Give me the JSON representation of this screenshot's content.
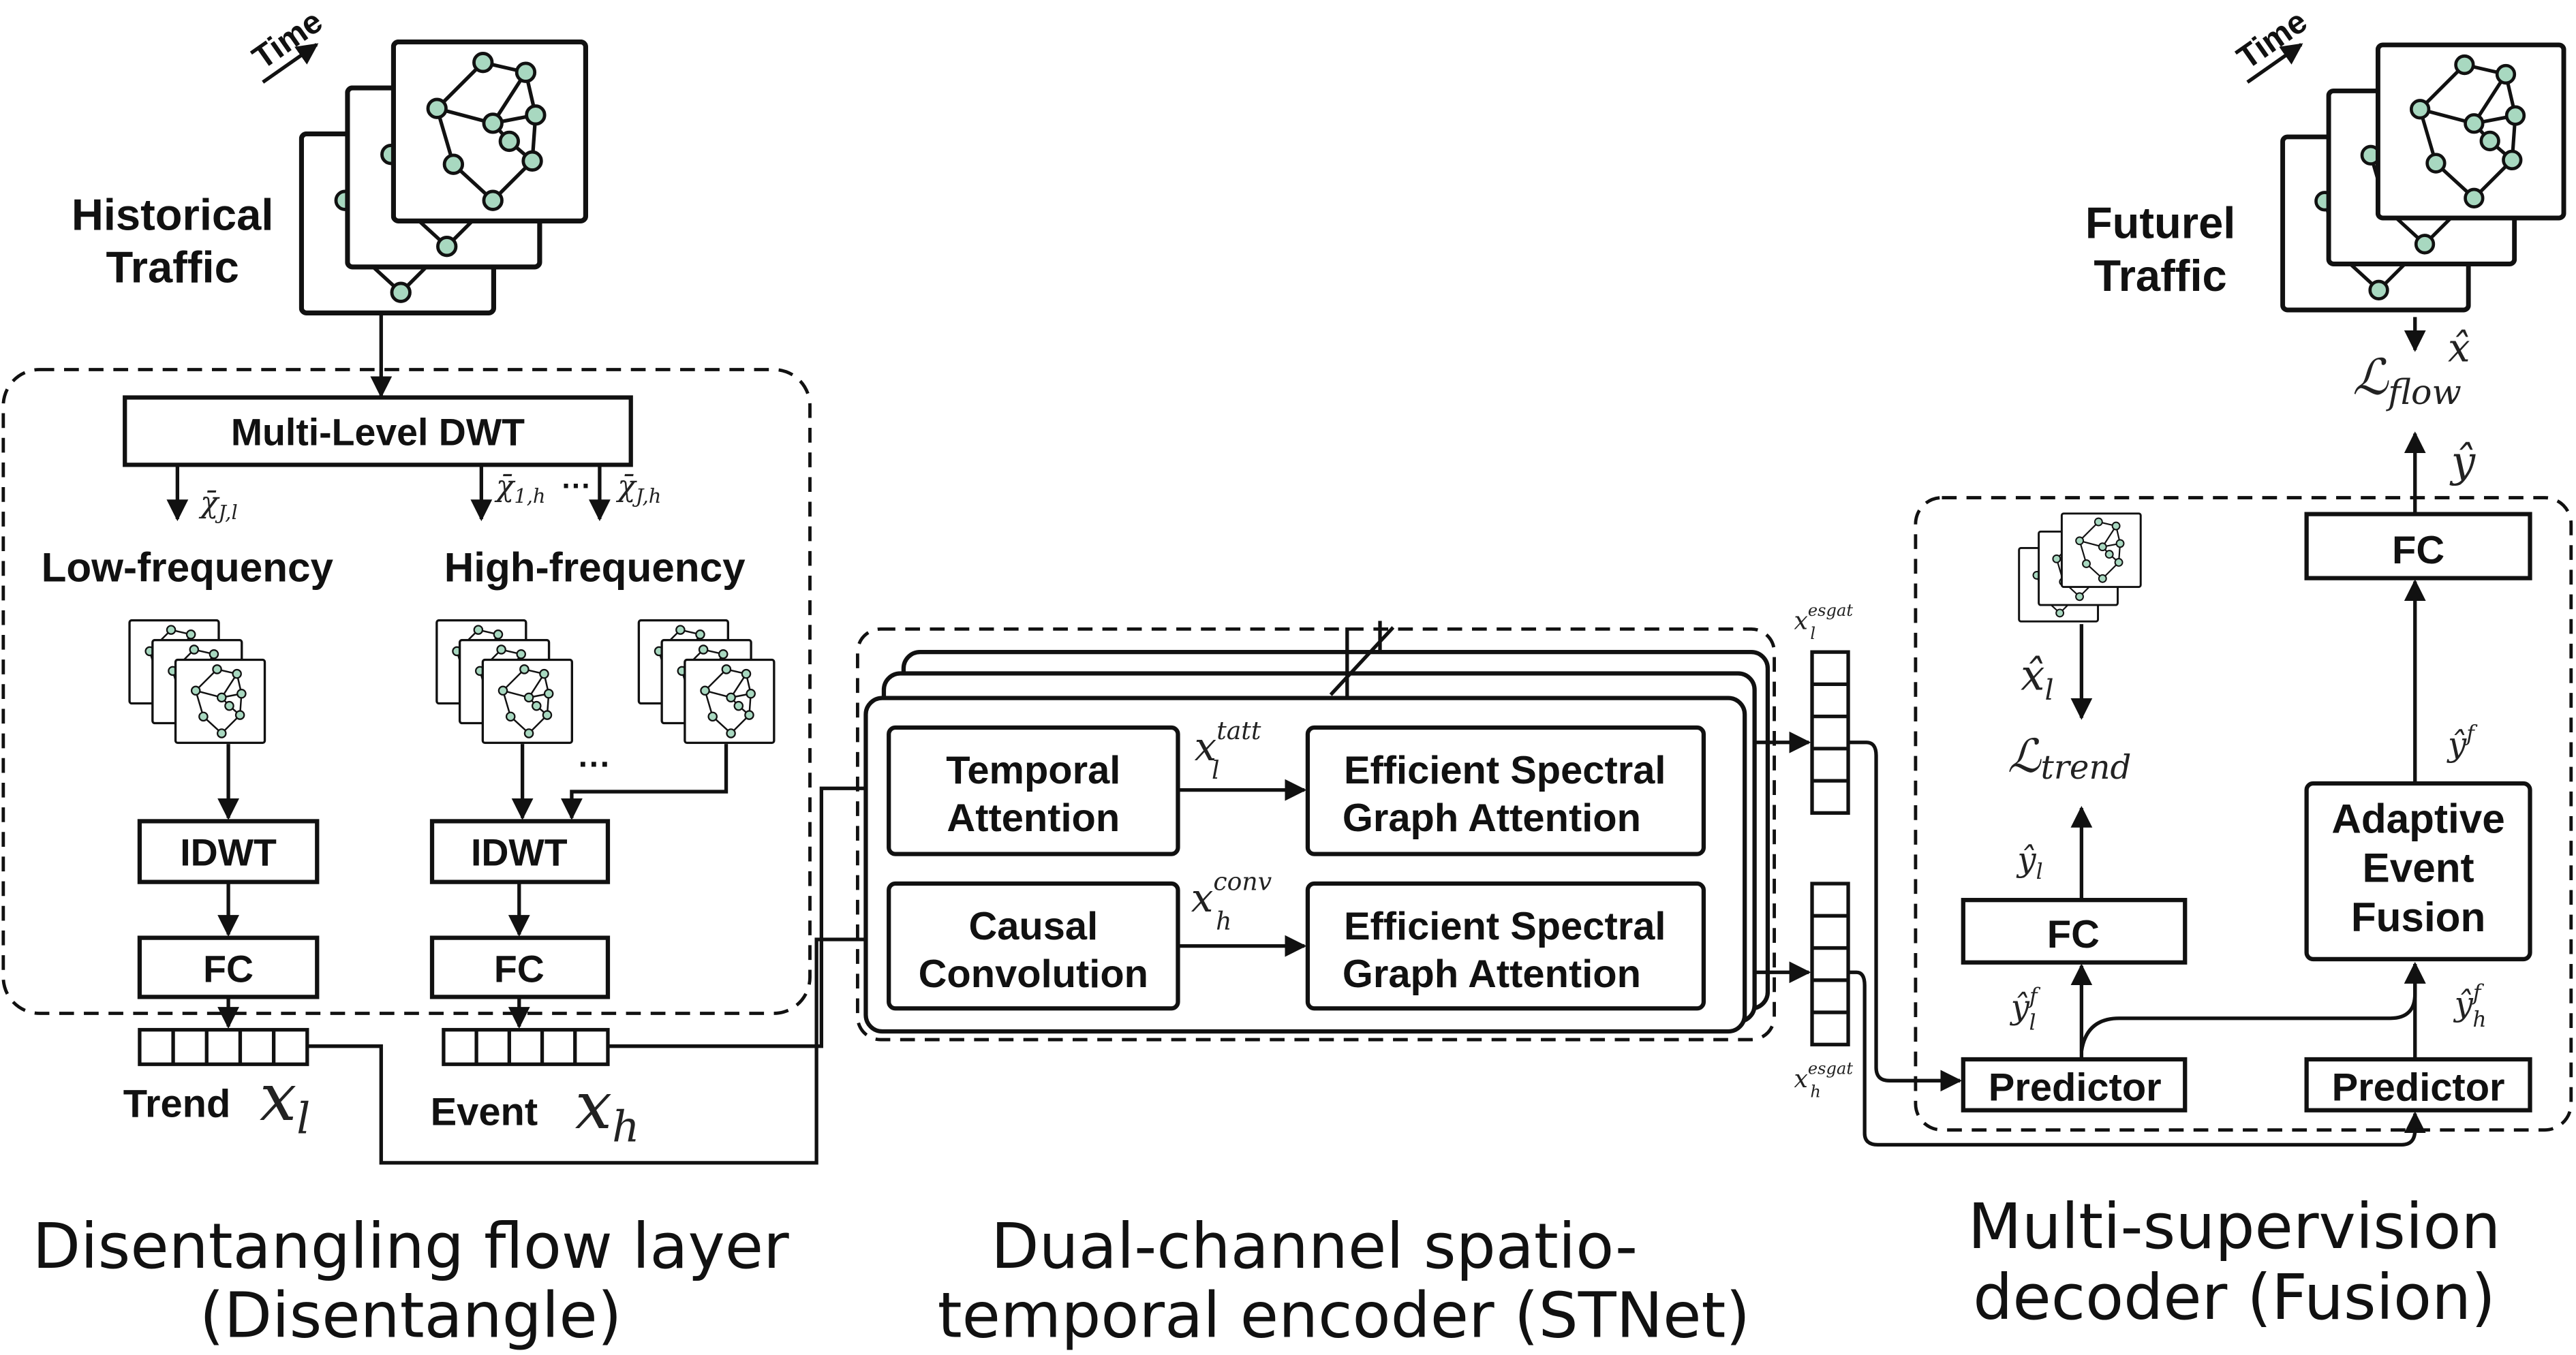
{
  "input": {
    "label_line1": "Historical",
    "label_line2": "Traffic",
    "time_label": "Time"
  },
  "output": {
    "label_line1": "Futurel",
    "label_line2": "Traffic",
    "time_label": "Time"
  },
  "disentangle": {
    "dwt_label": "Multi-Level DWT",
    "low_label": "Low-frequency",
    "high_label": "High-frequency",
    "sym_low": {
      "base": "χ̄",
      "sub": "J,l"
    },
    "sym_high1": {
      "base": "χ̄",
      "sub": "1,h"
    },
    "sym_highJ": {
      "base": "χ̄",
      "sub": "J,h"
    },
    "dots": "···",
    "idwt_label": "IDWT",
    "fc_label": "FC",
    "trend_label": "Trend",
    "trend_sym": {
      "base": "x",
      "sub": "l"
    },
    "event_label": "Event",
    "event_sym": {
      "base": "x",
      "sub": "h"
    },
    "caption_line1": "Disentangling flow layer",
    "caption_line2": "(Disentangle)"
  },
  "encoder": {
    "temporal_line1": "Temporal",
    "temporal_line2": "Attention",
    "causal_line1": "Causal",
    "causal_line2": "Convolution",
    "esga_line1": "Efficient Spectral",
    "esga_line2": "Graph Attention",
    "sym_tatt": {
      "base": "x",
      "sub": "l",
      "sup": "tatt"
    },
    "sym_conv": {
      "base": "x",
      "sub": "h",
      "sup": "conv"
    },
    "sym_esgat_l": {
      "base": "x",
      "sub": "l",
      "sup": "esgat"
    },
    "sym_esgat_h": {
      "base": "x",
      "sub": "h",
      "sup": "esgat"
    },
    "caption_line1": "Dual-channel spatio-",
    "caption_line2": "temporal encoder (STNet)"
  },
  "decoder": {
    "predictor_label": "Predictor",
    "fc_label": "FC",
    "aef_line1": "Adaptive",
    "aef_line2": "Event",
    "aef_line3": "Fusion",
    "sym_xhat_l": {
      "base": "x̂",
      "sub": "l"
    },
    "loss_trend": {
      "base": "ℒ",
      "sub": "trend"
    },
    "sym_yl": {
      "base": "ŷ",
      "sub": "l"
    },
    "sym_ylf": {
      "base": "ŷ",
      "sub": "l",
      "sup": "f"
    },
    "sym_yhf": {
      "base": "ŷ",
      "sub": "h",
      "sup": "f"
    },
    "sym_yf": {
      "base": "ŷ",
      "sup": "f"
    },
    "sym_y": {
      "base": "ŷ"
    },
    "sym_xhat": {
      "base": "x̂"
    },
    "loss_flow": {
      "base": "ℒ",
      "sub": "flow"
    },
    "caption_line1": "Multi-supervision",
    "caption_line2": "decoder (Fusion)"
  },
  "colors": {
    "node_fill": "#a8d8c0",
    "stroke": "#111111"
  }
}
